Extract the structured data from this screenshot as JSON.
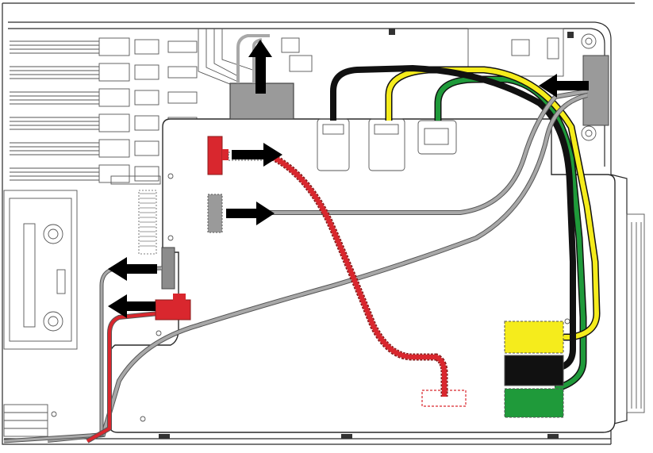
{
  "colors": {
    "red": "#d9272e",
    "black": "#111111",
    "yellow": "#f5ec1c",
    "green": "#1f9a3a",
    "gray": "#a8a8a8",
    "arrow": "#000000",
    "line": "#2a2a2a"
  },
  "connectors": [
    {
      "name": "red-connector",
      "color": "red"
    },
    {
      "name": "gray-connector",
      "color": "gray"
    },
    {
      "name": "yellow-connector",
      "color": "yellow"
    },
    {
      "name": "black-connector",
      "color": "black"
    },
    {
      "name": "green-connector",
      "color": "green"
    }
  ],
  "icons": [
    "arrow-right-icon",
    "arrow-left-icon",
    "arrow-up-icon"
  ]
}
